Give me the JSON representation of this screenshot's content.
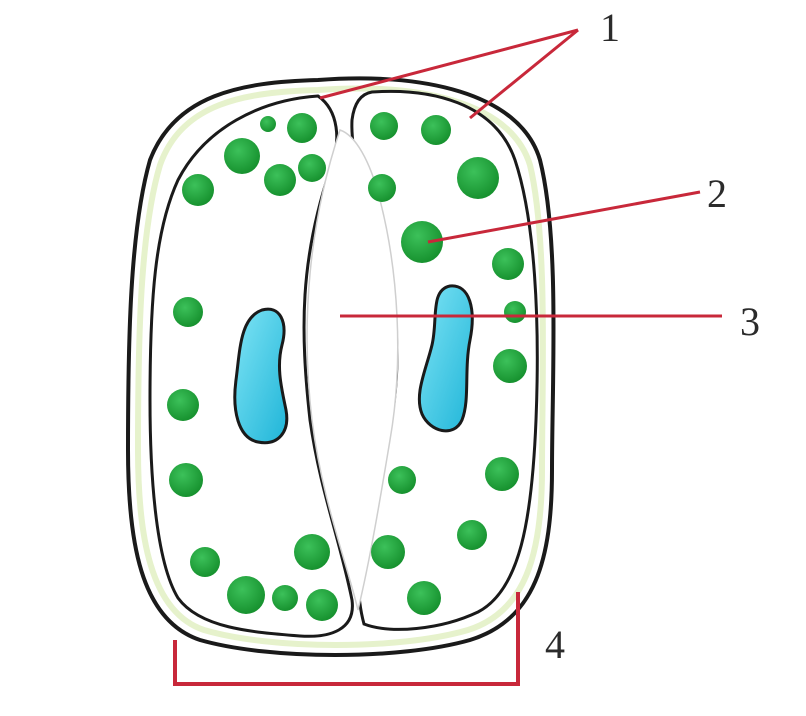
{
  "labels": {
    "l1": "1",
    "l2": "2",
    "l3": "3",
    "l4": "4"
  },
  "colors": {
    "outline": "#1a1a1a",
    "chloroplast": "#17922f",
    "chloroplast_light": "#3cc15a",
    "nucleus": "#27c0e0",
    "nucleus_light": "#7fe4f5",
    "pointer": "#c8283a",
    "glow": "#d8efb8"
  },
  "icons": {
    "chloroplast": "chloroplast-icon",
    "nucleus": "nucleus-icon"
  }
}
